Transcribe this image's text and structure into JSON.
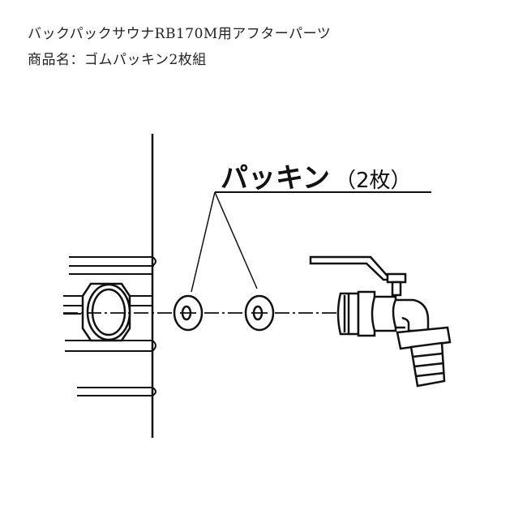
{
  "header": {
    "title": "バックパックサウナRB170M用アフターパーツ",
    "product_name": "商品名：ゴムパッキン2枚組"
  },
  "diagram": {
    "callout_label": "パッキン",
    "callout_count": "（2枚）"
  }
}
